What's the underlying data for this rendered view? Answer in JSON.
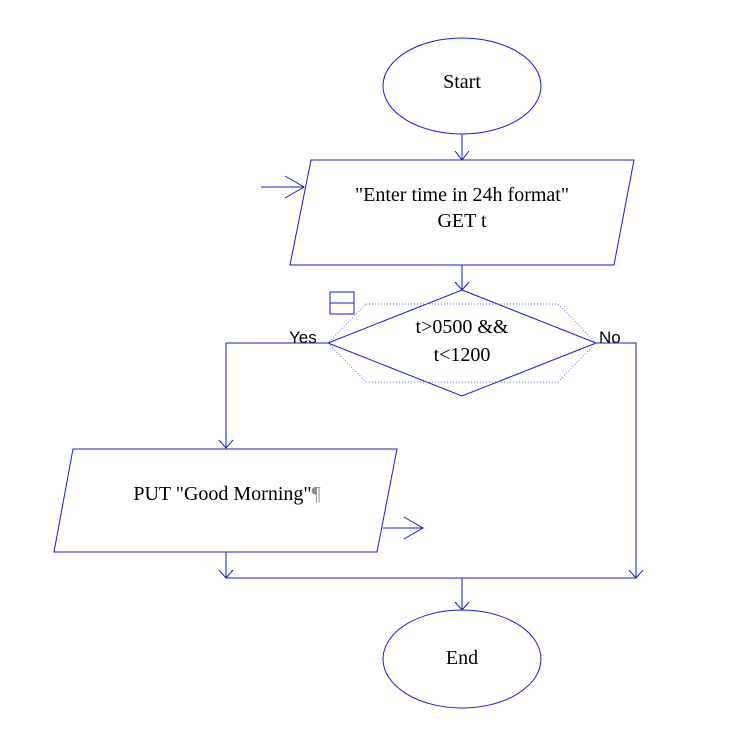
{
  "diagram": {
    "start": {
      "label": "Start"
    },
    "input": {
      "line1": "\"Enter time in 24h format\"",
      "line2": "GET t"
    },
    "decision": {
      "line1": "t>0500 &&",
      "line2": "t<1200",
      "yes_label": "Yes",
      "no_label": "No"
    },
    "output": {
      "label": "PUT \"Good Morning\"",
      "pilcrow": "¶"
    },
    "end": {
      "label": "End"
    }
  },
  "colors": {
    "stroke": "#1a1ad6",
    "text": "#000000",
    "background": "#ffffff"
  }
}
